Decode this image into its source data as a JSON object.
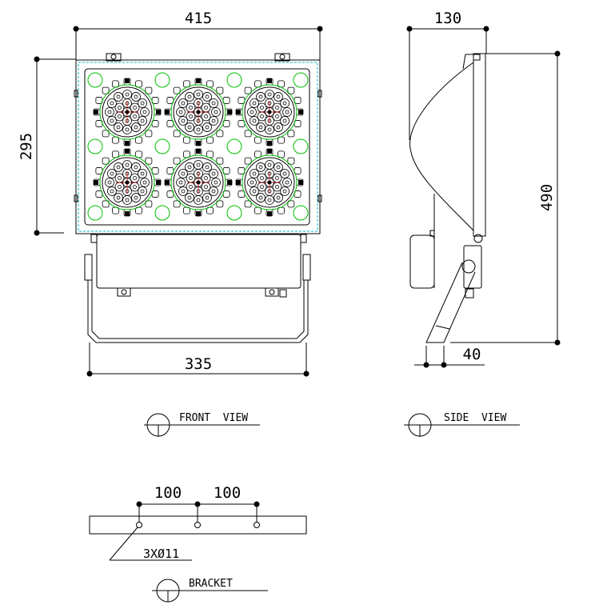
{
  "front_view": {
    "label": "FRONT  VIEW",
    "width_dim": "415",
    "height_dim": "295",
    "bracket_width_dim": "335",
    "led_modules": {
      "rows": 2,
      "cols": 3
    },
    "colors": {
      "housing": "#000000",
      "inner_frame": "#00b8c8",
      "led_ring": "#00c000",
      "center_mark": "#c00000"
    }
  },
  "side_view": {
    "label": "SIDE  VIEW",
    "depth_dim": "130",
    "height_dim": "490",
    "offset_dim": "40"
  },
  "bracket_view": {
    "label": "BRACKET",
    "spacing_dims": [
      "100",
      "100"
    ],
    "hole_note": "3XØ11"
  }
}
